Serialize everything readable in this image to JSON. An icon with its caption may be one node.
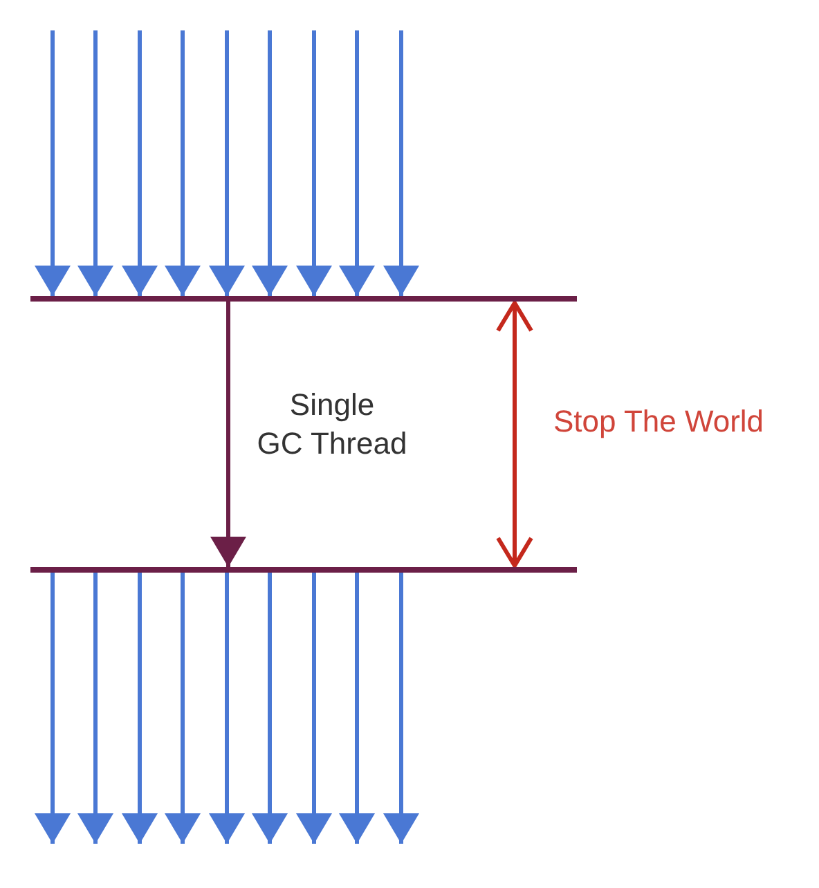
{
  "diagram": {
    "nodes": [
      {
        "text": [],
        "shape": "bar"
      },
      {
        "text": [],
        "shape": "bar"
      }
    ],
    "edges": [
      {
        "from": null,
        "to": 0,
        "arrow": "to"
      },
      {
        "from": null,
        "to": 0,
        "arrow": "to"
      },
      {
        "from": null,
        "to": 0,
        "arrow": "to"
      },
      {
        "from": null,
        "to": 0,
        "arrow": "to"
      },
      {
        "from": null,
        "to": 0,
        "arrow": "to"
      },
      {
        "from": null,
        "to": 0,
        "arrow": "to"
      },
      {
        "from": null,
        "to": 0,
        "arrow": "to"
      },
      {
        "from": null,
        "to": 0,
        "arrow": "to"
      },
      {
        "from": null,
        "to": 0,
        "arrow": "to"
      },
      {
        "from": 0,
        "to": 1,
        "arrow": "to",
        "label": "Single GC Thread",
        "color": "#6b1f47"
      },
      {
        "from": 0,
        "to": 1,
        "arrow": "both",
        "label": "Stop The World",
        "color": "#c4281c"
      },
      {
        "from": 1,
        "to": null,
        "arrow": "to"
      },
      {
        "from": 1,
        "to": null,
        "arrow": "to"
      },
      {
        "from": 1,
        "to": null,
        "arrow": "to"
      },
      {
        "from": 1,
        "to": null,
        "arrow": "to"
      },
      {
        "from": 1,
        "to": null,
        "arrow": "to"
      },
      {
        "from": 1,
        "to": null,
        "arrow": "to"
      },
      {
        "from": 1,
        "to": null,
        "arrow": "to"
      },
      {
        "from": 1,
        "to": null,
        "arrow": "to"
      },
      {
        "from": 1,
        "to": null,
        "arrow": "to"
      }
    ]
  }
}
